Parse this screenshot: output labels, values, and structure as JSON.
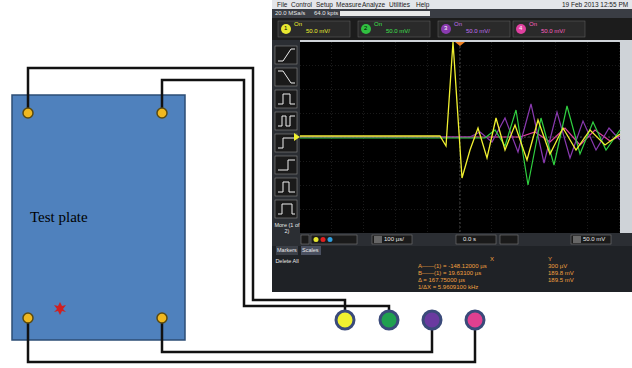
{
  "diagram": {
    "nodes": [
      {
        "text": [
          "Test plate"
        ]
      }
    ],
    "labels": [
      "File",
      "Control",
      "Setup",
      "Measure",
      "Analyze",
      "Utilities",
      "Help",
      "19 Feb 2013 12:55 PM",
      "20.0 MSa/s",
      "64.0 kpts",
      "1",
      "On",
      "50.0 mV/",
      "2",
      "On",
      "50.0 mV/",
      "3",
      "On",
      "50.0 mV/",
      "4",
      "On",
      "50.0 mV/",
      "More (1 of 2)",
      "Delete All",
      "100 µs/",
      "0.0 s",
      "50.0 mV",
      "Markers",
      "Scales",
      "X",
      "Y",
      "A——(1) = -148.12000 µs",
      "300 µV",
      "B——(1) = 19.63100 µs",
      "189.8 mV",
      "Δ = 167.75000 µs",
      "189.5 mV",
      "1/ΔX = 5.9609100 kHz"
    ]
  }
}
